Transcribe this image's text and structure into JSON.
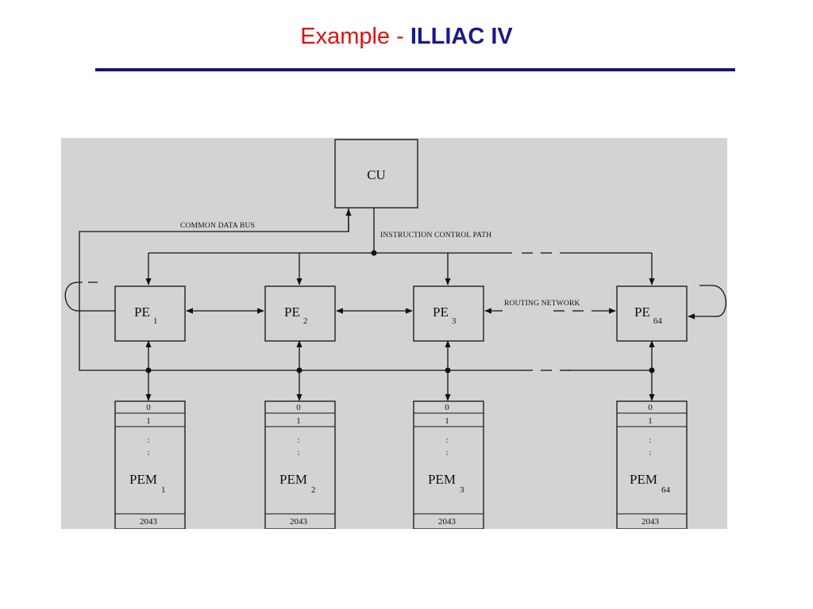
{
  "slide": {
    "title_prefix": "Example",
    "title_separator": "-",
    "title_main": "ILLIAC IV"
  },
  "diagram": {
    "control_unit": "CU",
    "bus_labels": {
      "common_data_bus": "COMMON DATA BUS",
      "instruction_control_path": "INSTRUCTION CONTROL PATH",
      "routing_network": "ROUTING NETWORK"
    },
    "processing_elements": [
      {
        "name": "PE",
        "index": "1"
      },
      {
        "name": "PE",
        "index": "2"
      },
      {
        "name": "PE",
        "index": "3"
      },
      {
        "name": "PE",
        "index": "64"
      }
    ],
    "memories": [
      {
        "name": "PEM",
        "index": "1"
      },
      {
        "name": "PEM",
        "index": "2"
      },
      {
        "name": "PEM",
        "index": "3"
      },
      {
        "name": "PEM",
        "index": "64"
      }
    ],
    "memory_rows": {
      "first": "0",
      "second": "1",
      "ellipsis": ":",
      "last": "2043"
    }
  },
  "colors": {
    "title_accent": "#e01010",
    "title_main": "#1a1a8c",
    "rule": "#14147a",
    "panel": "#d3d3d3"
  }
}
